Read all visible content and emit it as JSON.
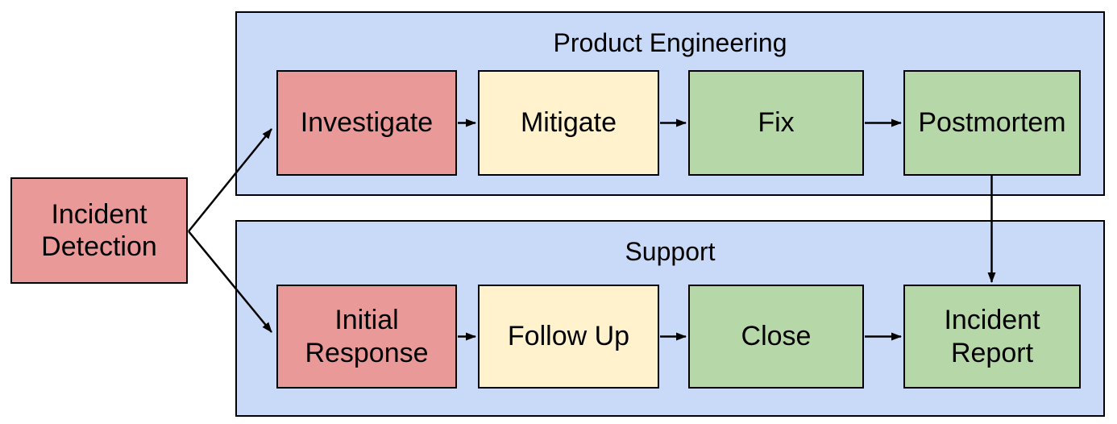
{
  "diagram": {
    "type": "flowchart",
    "start_node": {
      "label": "Incident Detection",
      "color": "#ea9999"
    },
    "lanes": [
      {
        "title": "Product Engineering",
        "fill": "#c9daf8",
        "nodes": [
          {
            "label": "Investigate",
            "color": "#ea9999"
          },
          {
            "label": "Mitigate",
            "color": "#fff2cc"
          },
          {
            "label": "Fix",
            "color": "#b6d7a8"
          },
          {
            "label": "Postmortem",
            "color": "#b6d7a8"
          }
        ]
      },
      {
        "title": "Support",
        "fill": "#c9daf8",
        "nodes": [
          {
            "label": "Initial Response",
            "color": "#ea9999"
          },
          {
            "label": "Follow Up",
            "color": "#fff2cc"
          },
          {
            "label": "Close",
            "color": "#b6d7a8"
          },
          {
            "label": "Incident Report",
            "color": "#b6d7a8"
          }
        ]
      }
    ],
    "connections": [
      {
        "from": "Incident Detection",
        "to": "Investigate"
      },
      {
        "from": "Incident Detection",
        "to": "Initial Response"
      },
      {
        "from": "Investigate",
        "to": "Mitigate"
      },
      {
        "from": "Mitigate",
        "to": "Fix"
      },
      {
        "from": "Fix",
        "to": "Postmortem"
      },
      {
        "from": "Postmortem",
        "to": "Incident Report"
      },
      {
        "from": "Initial Response",
        "to": "Follow Up"
      },
      {
        "from": "Follow Up",
        "to": "Close"
      },
      {
        "from": "Close",
        "to": "Incident Report"
      }
    ],
    "colors": {
      "node_red": "#ea9999",
      "node_yellow": "#fff2cc",
      "node_green": "#b6d7a8",
      "lane_blue": "#c9daf8",
      "border": "#000000",
      "arrow": "#000000",
      "background": "#ffffff"
    }
  }
}
